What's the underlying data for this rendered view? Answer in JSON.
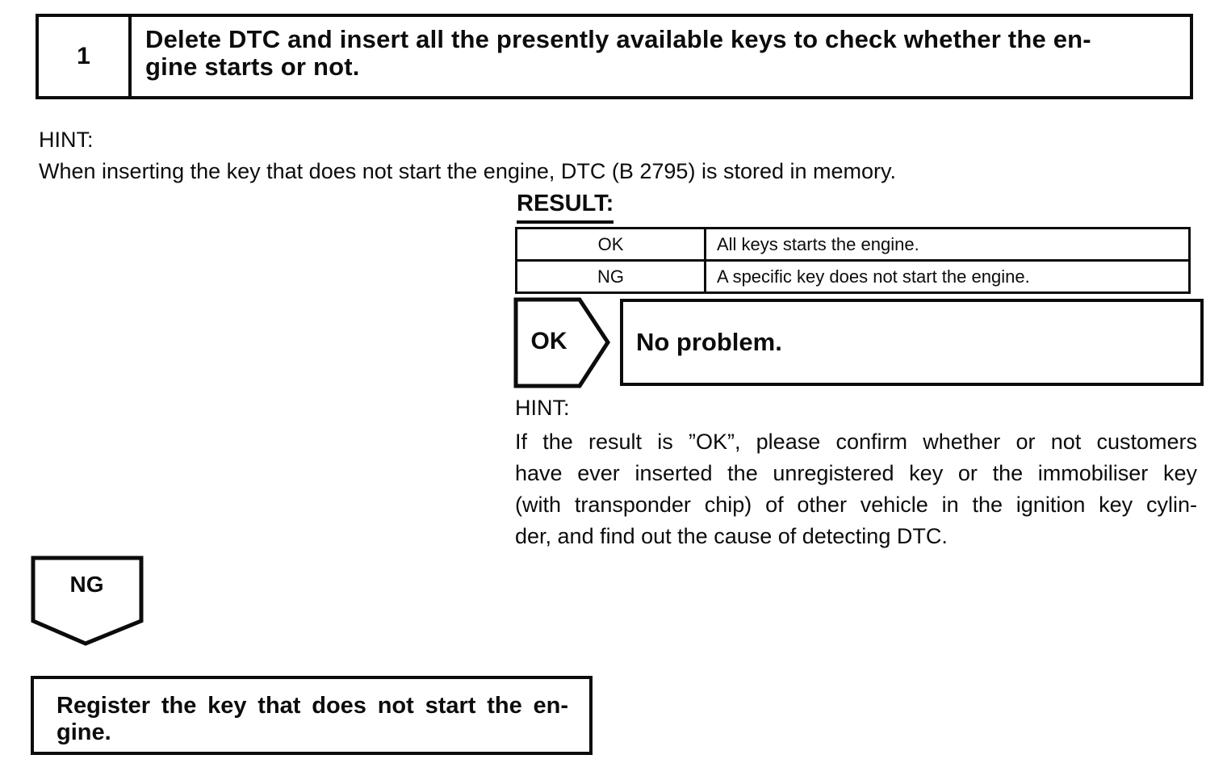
{
  "colors": {
    "ink": "#0c0c0c",
    "paper": "#ffffff"
  },
  "step": {
    "number": "1",
    "instruction_lines": [
      "Delete DTC and insert all the presently available keys to check whether the en-",
      "gine starts or not."
    ]
  },
  "hint1": {
    "label": "HINT:",
    "text": "When inserting the key that does not start the engine, DTC (B 2795) is stored in memory."
  },
  "result": {
    "label": "RESULT:",
    "rows": [
      {
        "code": "OK",
        "description": "All keys starts the engine."
      },
      {
        "code": "NG",
        "description": "A specific key does not start the engine."
      }
    ]
  },
  "ok_branch": {
    "label": "OK",
    "action": "No problem."
  },
  "hint2": {
    "label": "HINT:",
    "lines": [
      "If the result is ”OK”, please confirm whether or not customers",
      "have ever inserted the unregistered key or the immobiliser key",
      "(with transponder chip) of other vehicle in the ignition key cylin-",
      "der, and find out the cause of detecting DTC."
    ]
  },
  "ng_branch": {
    "label": "NG",
    "action_lines": [
      "Register the key that does not start the en-",
      "gine."
    ]
  }
}
